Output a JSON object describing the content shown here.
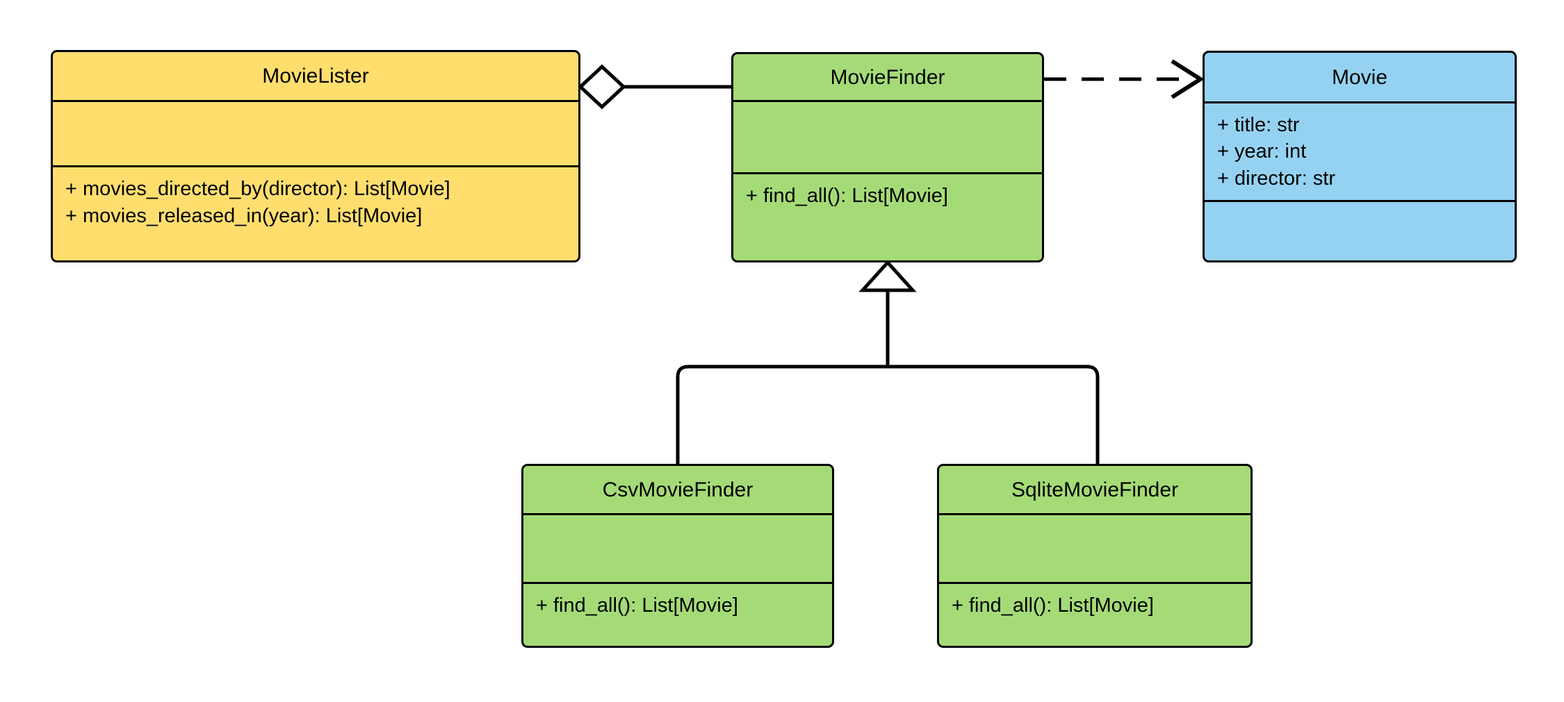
{
  "diagram": {
    "kind": "uml-class-diagram",
    "background_color": "#ffffff",
    "line_color": "#000000",
    "palette": {
      "yellow": "#ffde6e",
      "green": "#a5db77",
      "blue": "#95d2f2"
    }
  },
  "classes": {
    "movielister": {
      "name": "MovieLister",
      "fill": "#ffde6e",
      "attributes": [],
      "operations": [
        "+ movies_directed_by(director): List[Movie]",
        "+ movies_released_in(year): List[Movie]"
      ]
    },
    "moviefinder": {
      "name": "MovieFinder",
      "fill": "#a5db77",
      "attributes": [],
      "operations": [
        "+ find_all(): List[Movie]"
      ]
    },
    "movie": {
      "name": "Movie",
      "fill": "#95d2f2",
      "attributes": [
        "+ title: str",
        "+ year: int",
        "+ director: str"
      ],
      "operations": []
    },
    "csvmoviefinder": {
      "name": "CsvMovieFinder",
      "fill": "#a5db77",
      "attributes": [],
      "operations": [
        "+ find_all(): List[Movie]"
      ]
    },
    "sqlitemoviefinder": {
      "name": "SqliteMovieFinder",
      "fill": "#a5db77",
      "attributes": [],
      "operations": [
        "+ find_all(): List[Movie]"
      ]
    }
  },
  "relationships": [
    {
      "id": "aggregation-movielister-moviefinder",
      "type": "aggregation",
      "source": "MovieLister",
      "target": "MovieFinder",
      "marker": "hollow-diamond",
      "line_style": "solid",
      "label": ""
    },
    {
      "id": "dependency-moviefinder-movie",
      "type": "dependency",
      "source": "MovieFinder",
      "target": "Movie",
      "marker": "open-arrow",
      "line_style": "dashed",
      "label": ""
    },
    {
      "id": "generalization-csvmoviefinder-moviefinder",
      "type": "generalization",
      "source": "CsvMovieFinder",
      "target": "MovieFinder",
      "marker": "hollow-triangle",
      "line_style": "solid",
      "label": ""
    },
    {
      "id": "generalization-sqlitemoviefinder-moviefinder",
      "type": "generalization",
      "source": "SqliteMovieFinder",
      "target": "MovieFinder",
      "marker": "hollow-triangle",
      "line_style": "solid",
      "label": ""
    }
  ]
}
